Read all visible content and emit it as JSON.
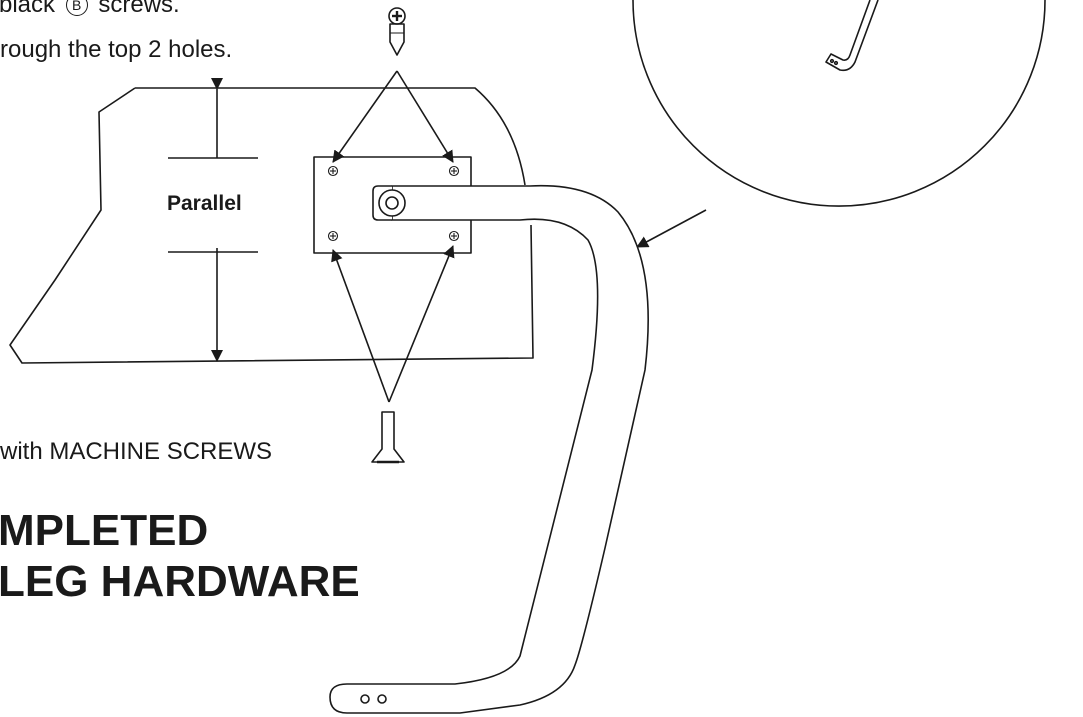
{
  "instructions": {
    "line1": "black",
    "circled_letter": "B",
    "line1_end": "screws.",
    "line2": "rough the top 2 holes.",
    "machine_screws": "with  MACHINE SCREWS"
  },
  "heading": {
    "line1": "MPLETED",
    "line2": "LEG HARDWARE"
  },
  "labels": {
    "parallel": "Parallel"
  },
  "colors": {
    "ink": "#1a1a1a",
    "background": "#ffffff"
  }
}
